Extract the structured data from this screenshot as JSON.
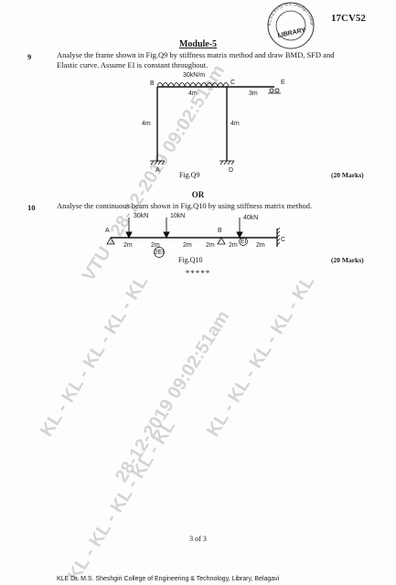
{
  "header": {
    "code": "17CV52"
  },
  "stamp": {
    "text": "LIBRARY",
    "ring": "B.L.D.E.A's Dr. M.S. Sheshgiri College of Engineering"
  },
  "module_title": "Module-5",
  "questions": [
    {
      "number": "9",
      "text_line1": "Analyse the frame shown in Fig.Q9 by stiffness matrix method and draw BMD, SFD and",
      "text_line2": "Elastic curve. Assume EI is constant throughout.",
      "figure_label": "Fig.Q9",
      "marks": "(20 Marks)",
      "figure": {
        "load": "30kN/m",
        "span_bc": "4m",
        "span_ce": "3m",
        "height_left": "4m",
        "height_right": "4m",
        "nodes": [
          "B",
          "C",
          "E",
          "A",
          "D"
        ]
      }
    },
    {
      "number": "10",
      "text": "Analyse the continuous beam shown in Fig.Q10 by using stiffness matrix method.",
      "figure_label": "Fig.Q10",
      "marks": "(20 Marks)",
      "figure": {
        "loads": [
          "30kN",
          "10kN",
          "40kN"
        ],
        "segments": [
          "2m",
          "2m",
          "2m",
          "2m",
          "2m",
          "2m"
        ],
        "annotations": [
          "2EI",
          "EI"
        ],
        "nodes": [
          "A",
          "B",
          "C"
        ]
      }
    }
  ],
  "or_text": "OR",
  "end_marks": "*****",
  "page_number": "3 of 3",
  "footer": "KLE Dr. M.S. Sheshgiri College of Engineering & Technology, Library, Belagavi",
  "watermarks": [
    "VTU - 28-12-2019 09:02:51am",
    "KL - KL - KL - KL - KL",
    "28-12-2019 09:02:51am",
    "KL - KL - KL - KL - KL",
    "KL - KL - KL - KL - KL"
  ]
}
